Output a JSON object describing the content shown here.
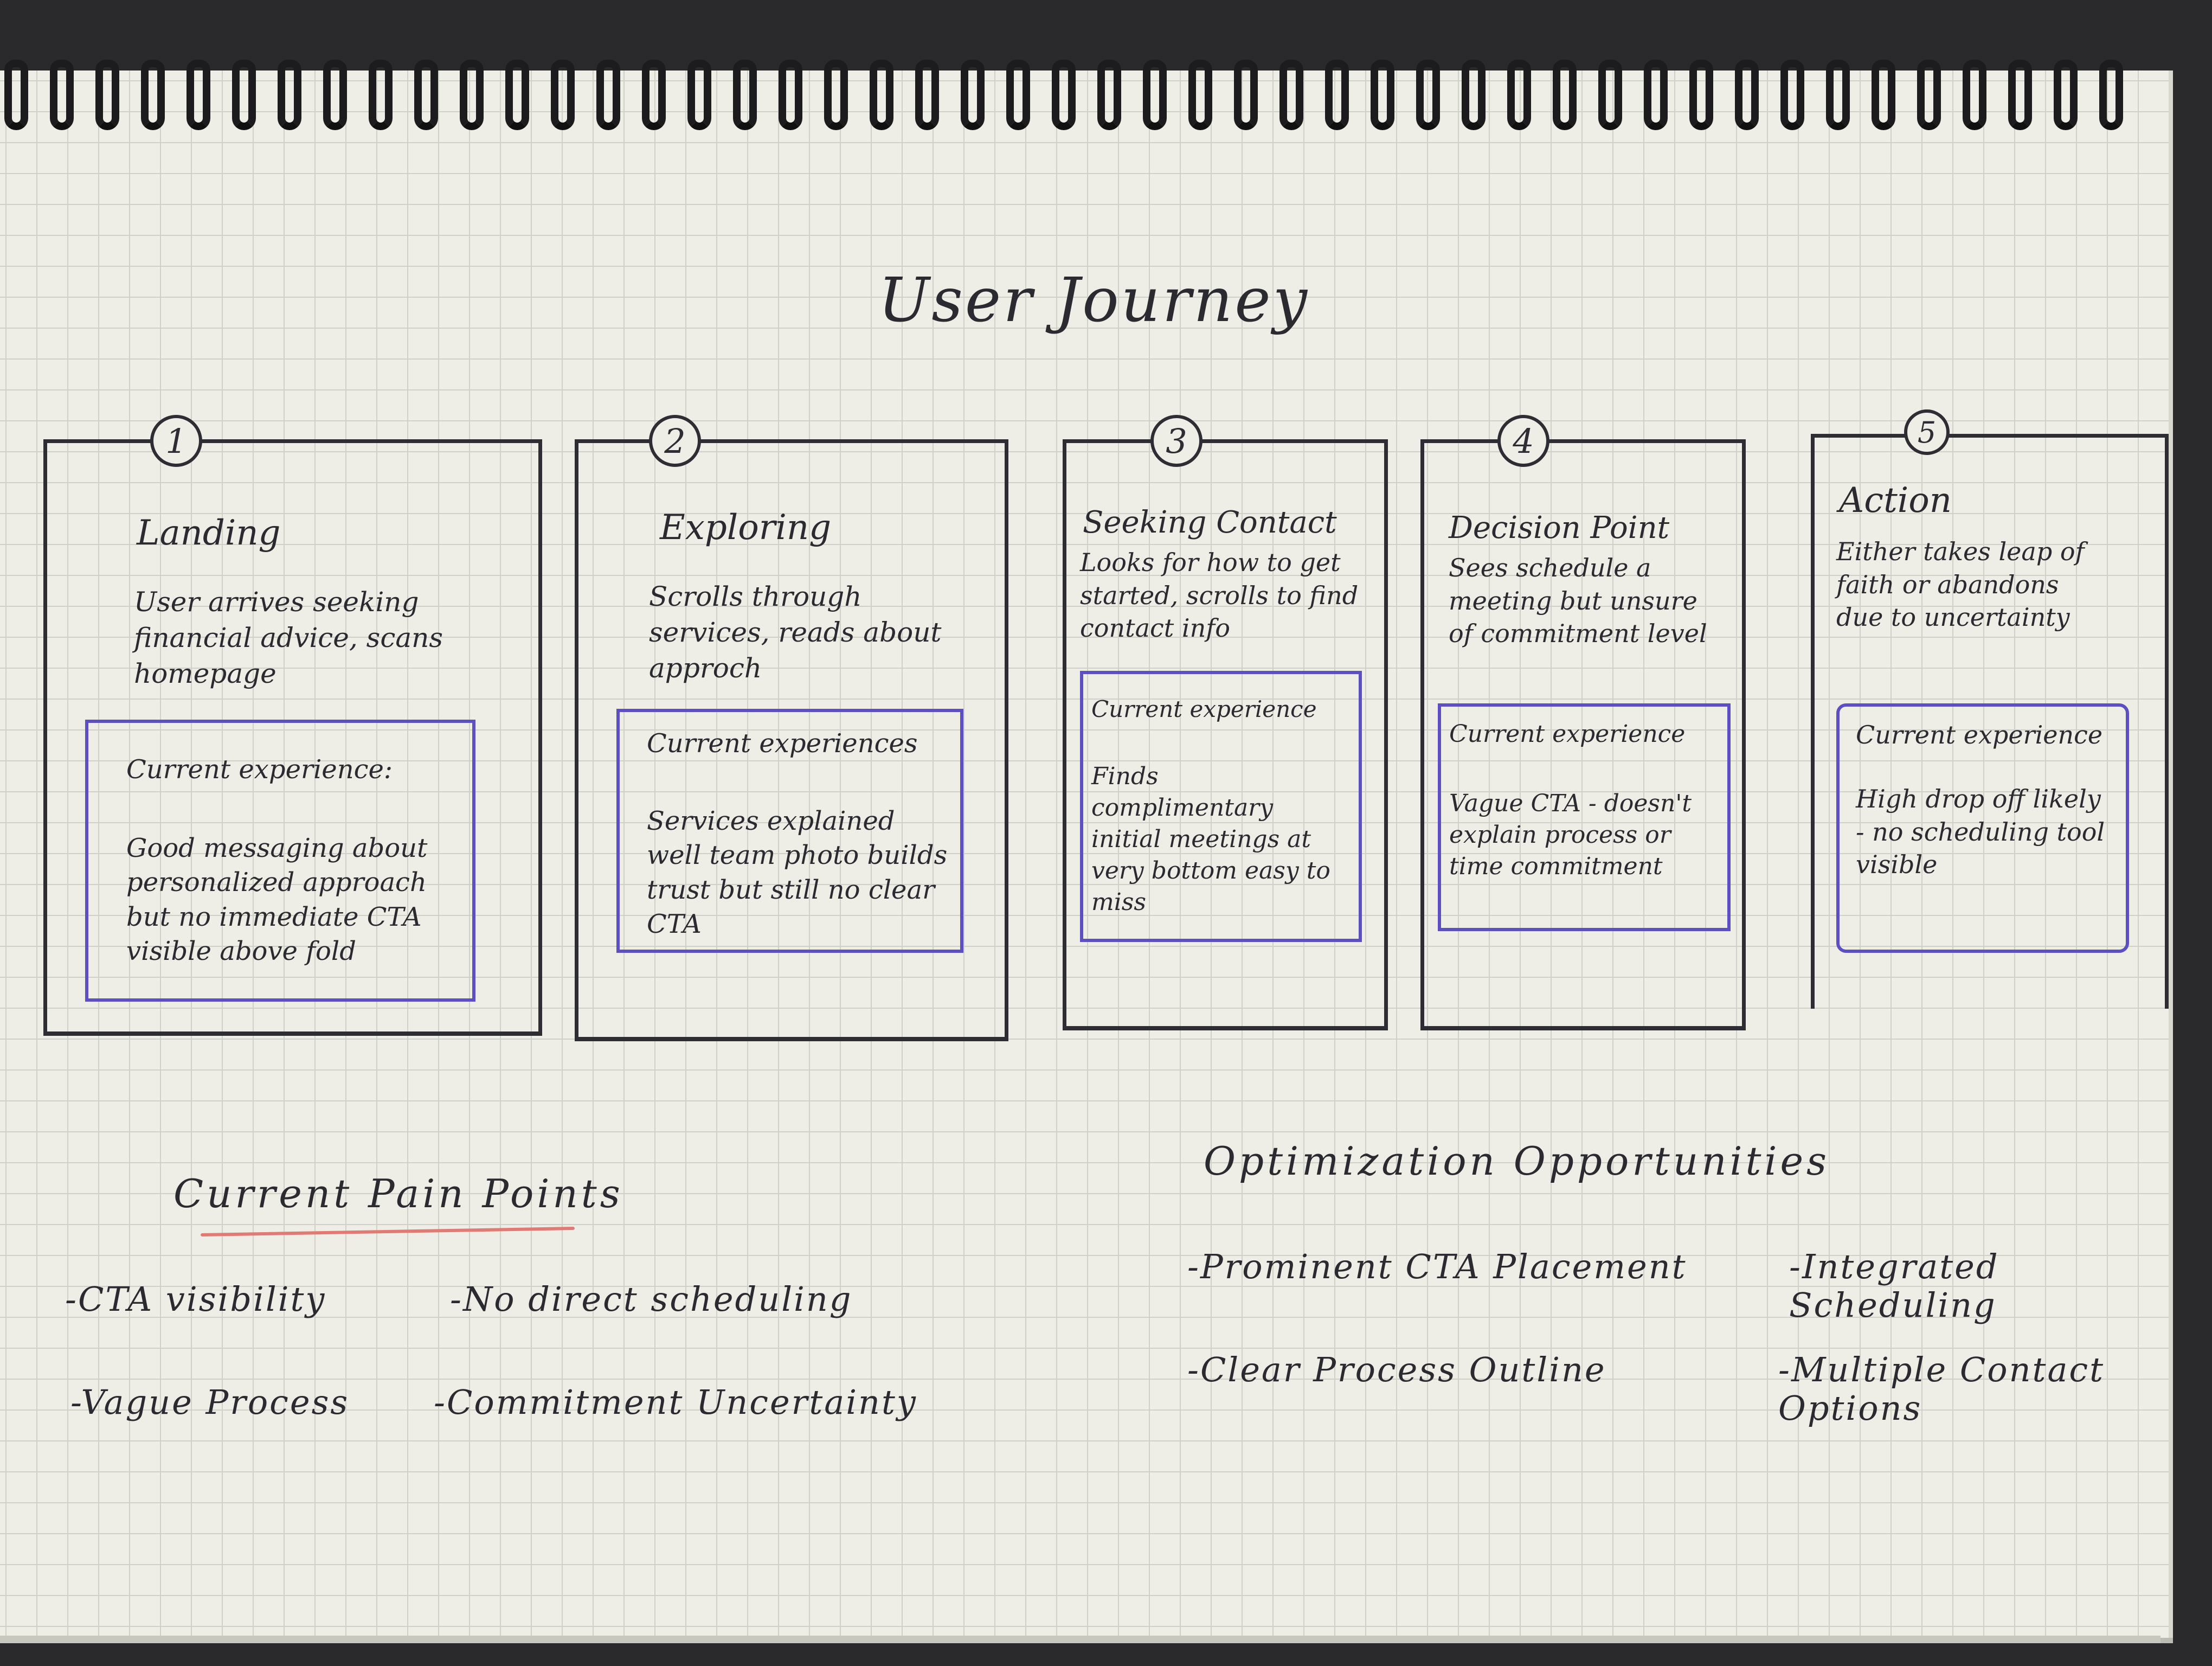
{
  "title": "User Journey",
  "stages": [
    {
      "number": "1",
      "name": "Landing",
      "description": "User arrives seeking financial advice, scans homepage",
      "experience_label": "Current experience:",
      "experience": "Good messaging about personalized approach but no immediate CTA visible above fold"
    },
    {
      "number": "2",
      "name": "Exploring",
      "description": "Scrolls through services, reads about approch",
      "experience_label": "Current experiences",
      "experience": "Services explained well team photo builds trust but still no clear CTA"
    },
    {
      "number": "3",
      "name": "Seeking Contact",
      "description": "Looks for how to get started, scrolls to find contact info",
      "experience_label": "Current experience",
      "experience": "Finds complimentary initial meetings at very bottom easy to miss"
    },
    {
      "number": "4",
      "name": "Decision Point",
      "description": "Sees schedule a meeting but unsure of commitment level",
      "experience_label": "Current experience",
      "experience": "Vague CTA - doesn't explain process or time commitment"
    },
    {
      "number": "5",
      "name": "Action",
      "description": "Either takes leap of faith or abandons due to uncertainty",
      "experience_label": "Current experience",
      "experience": "High drop off likely\n- no scheduling tool visible"
    }
  ],
  "pain_points": {
    "title": "Current Pain Points",
    "items": [
      "-CTA visibility",
      "-No direct scheduling",
      "-Vague Process",
      "-Commitment Uncertainty"
    ]
  },
  "optimization": {
    "title": "Optimization Opportunities",
    "items": [
      "-Prominent CTA Placement",
      "-Integrated Scheduling",
      "-Clear Process Outline",
      "-Multiple Contact Options"
    ]
  },
  "colors": {
    "ink": "#2d2d33",
    "experience_box": "#5b4fc2",
    "underline": "#e07a72",
    "paper": "#efeee6",
    "grid": "#cfd0c8"
  }
}
